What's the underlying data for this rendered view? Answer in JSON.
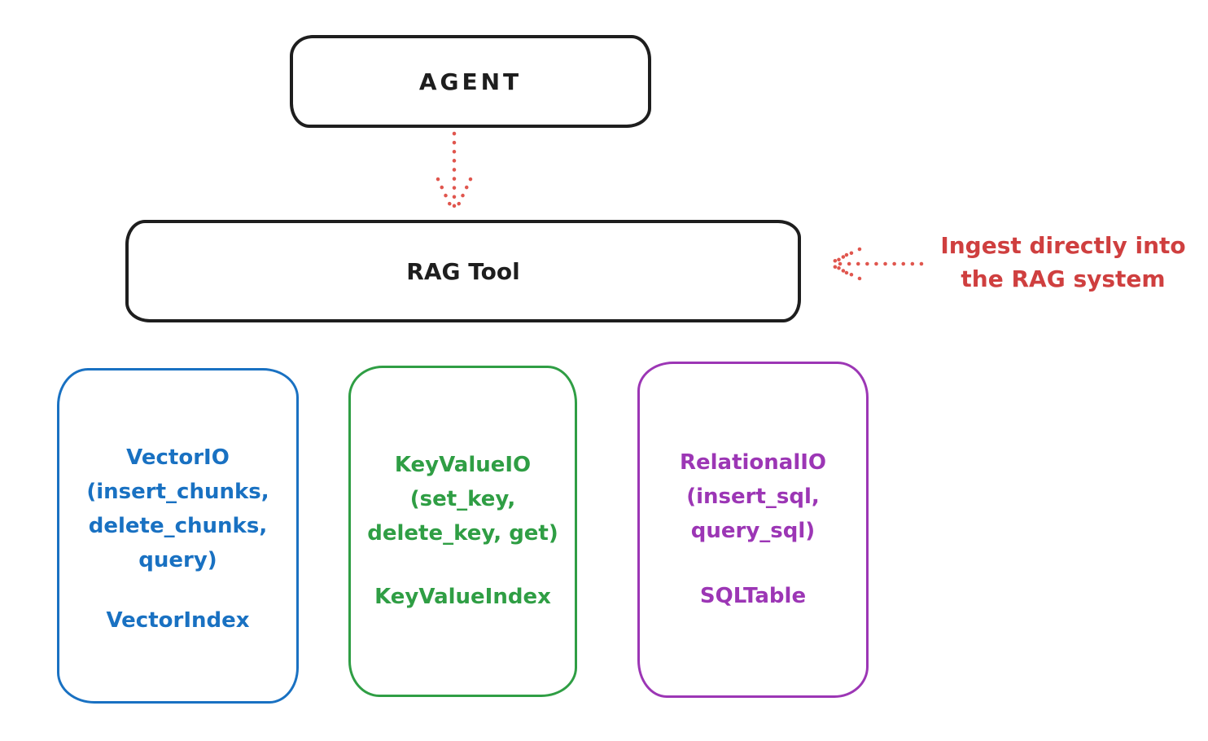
{
  "palette": {
    "background": "#ffffff",
    "ink": "#1e1e1e",
    "red_text": "#cf3f3f",
    "red_arrow": "#e0564e",
    "blue": "#1971c2",
    "green": "#2f9e44",
    "purple": "#9c36b5"
  },
  "nodes": {
    "agent": {
      "label": "AGENT"
    },
    "rag_tool": {
      "label": "RAG Tool"
    },
    "vector_io": {
      "lines": [
        "VectorIO",
        "(insert_chunks,",
        "delete_chunks,",
        "query)"
      ],
      "index": "VectorIndex"
    },
    "key_value_io": {
      "lines": [
        "KeyValueIO",
        "(set_key,",
        "delete_key, get)"
      ],
      "index": "KeyValueIndex"
    },
    "relational_io": {
      "lines": [
        "RelationalIO",
        "(insert_sql,",
        "query_sql)"
      ],
      "index": "SQLTable"
    }
  },
  "annotation": {
    "lines": [
      "Ingest directly into",
      "the RAG system"
    ]
  },
  "edges": {
    "agent_to_rag_tool": {
      "style": "dotted",
      "direction": "down"
    },
    "annotation_to_rag_tool": {
      "style": "dotted",
      "direction": "left"
    }
  }
}
